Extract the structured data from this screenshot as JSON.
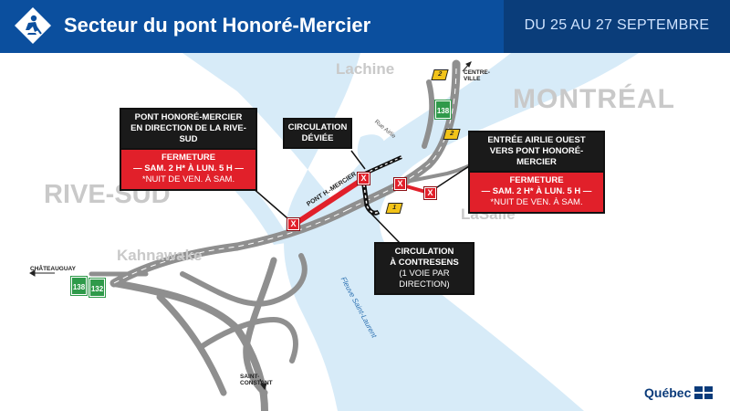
{
  "header": {
    "title": "Secteur du pont Honoré-Mercier",
    "dates": "DU 25 AU 27 SEPTEMBRE"
  },
  "places": {
    "lachine": "Lachine",
    "montreal": "MONTRÉAL",
    "rive_sud": "RIVE-SUD",
    "kahnawake": "Kahnawake",
    "lasalle": "LaSalle"
  },
  "small_labels": {
    "centre_ville": "CENTRE-\nVILLE",
    "chateauguay": "CHÂTEAUGUAY",
    "saint_constant": "SAINT-\nCONSTANT",
    "rue_airlie": "Rue Airlie",
    "pont_label": "PONT H.-MERCIER",
    "fleuve": "Fleuve Saint-Laurent"
  },
  "shields": {
    "r138_top": "138",
    "r138_left": "138",
    "r132": "132",
    "y2_top": "2",
    "y2_mid": "2",
    "y1": "1"
  },
  "callouts": {
    "pont_title": "PONT HONORÉ-MERCIER\nEN DIRECTION DE LA RIVE-SUD",
    "pont_closure_head": "FERMETURE",
    "pont_closure_time": "— SAM. 2 H* À LUN. 5 H —",
    "pont_closure_note": "*NUIT DE VEN. À SAM.",
    "deviee": "CIRCULATION\nDÉVIÉE",
    "airlie_title": "ENTRÉE AIRLIE OUEST\nVERS PONT HONORÉ-MERCIER",
    "airlie_closure_head": "FERMETURE",
    "airlie_closure_time": "— SAM. 2 H* À LUN. 5 H —",
    "airlie_closure_note": "*NUIT DE VEN. À SAM.",
    "contresens_title": "CIRCULATION\nÀ CONTRESENS",
    "contresens_sub": "(1 VOIE PAR DIRECTION)"
  },
  "closure_mark": "X",
  "footer": {
    "logo_text": "Québec"
  },
  "colors": {
    "header_blue": "#0b4f9e",
    "header_dark": "#0a3d7a",
    "river_blue": "#cfe6f5",
    "road_gray": "#8f8f8f",
    "closure_red": "#e1202a",
    "route_green": "#2f9a4a",
    "route_yellow": "#f2c318"
  },
  "icons": [
    "road-worker-icon",
    "closure-x-icon",
    "route-shield-icon",
    "direction-arrow-icon",
    "quebec-flag-icon"
  ]
}
